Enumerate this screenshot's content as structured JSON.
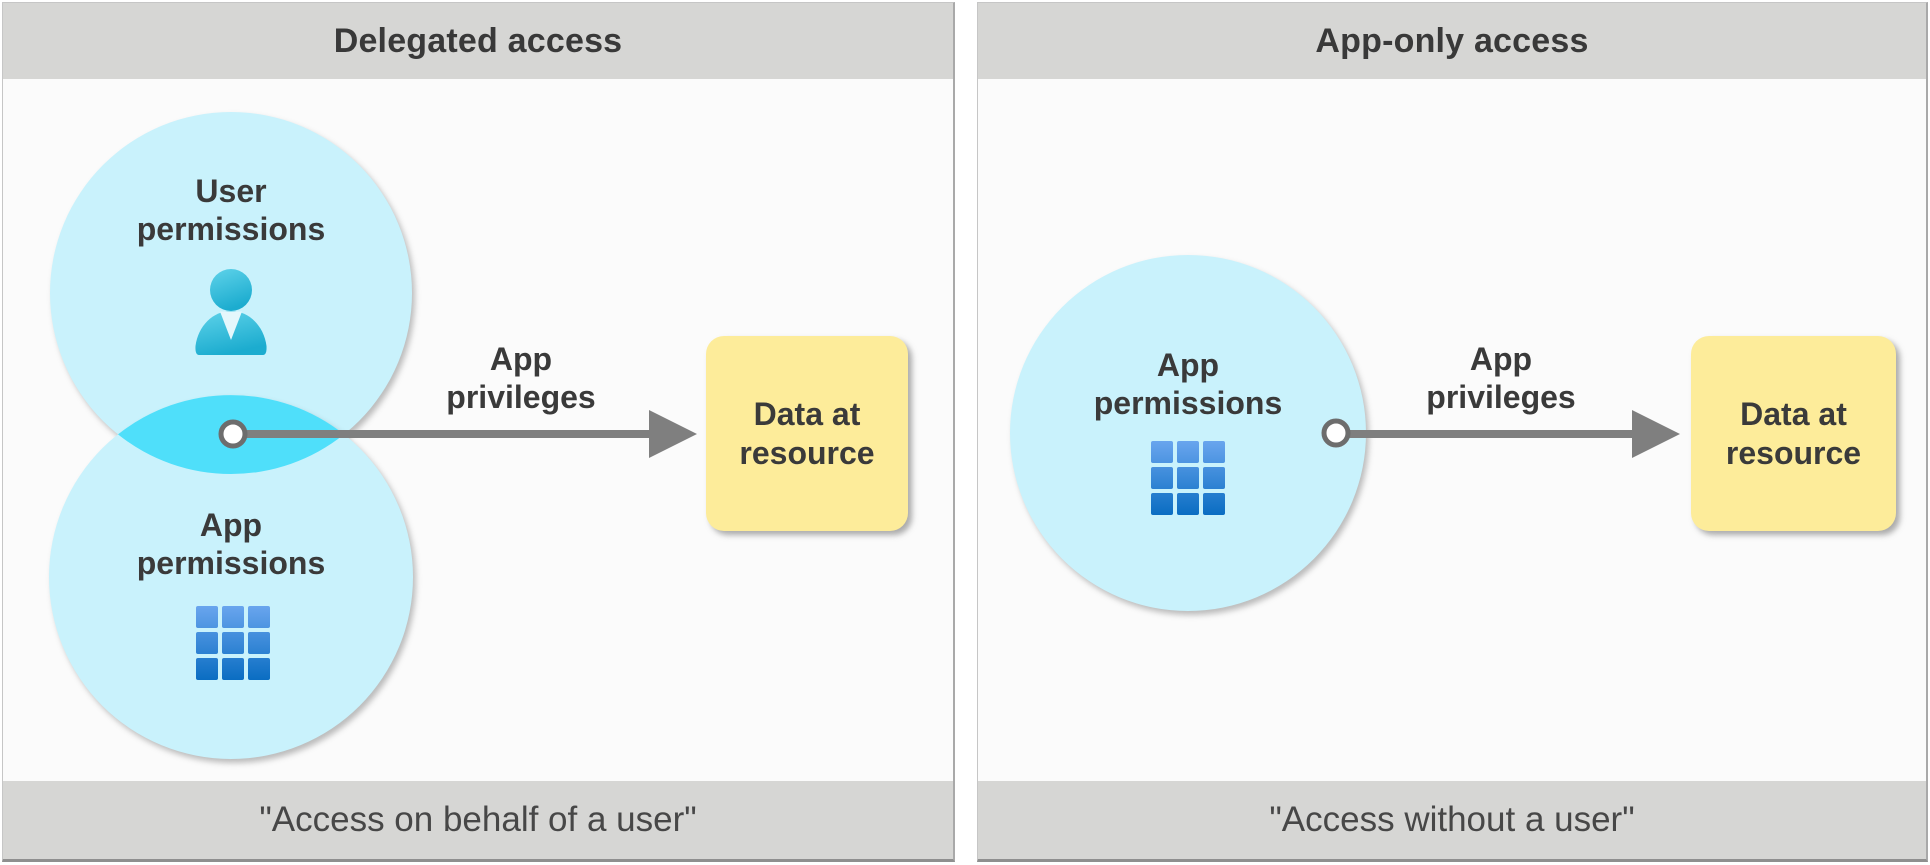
{
  "left_panel": {
    "title": "Delegated access",
    "caption": "\"Access on behalf of a user\"",
    "user_circle": {
      "line1": "User",
      "line2": "permissions"
    },
    "app_circle": {
      "line1": "App",
      "line2": "permissions"
    },
    "arrow_label": {
      "line1": "App",
      "line2": "privileges"
    },
    "resource_box": {
      "line1": "Data at",
      "line2": "resource"
    }
  },
  "right_panel": {
    "title": "App-only access",
    "caption": "\"Access without a user\"",
    "app_circle": {
      "line1": "App",
      "line2": "permissions"
    },
    "arrow_label": {
      "line1": "App",
      "line2": "privileges"
    },
    "resource_box": {
      "line1": "Data at",
      "line2": "resource"
    }
  },
  "icons": {
    "user_icon": "person silhouette",
    "app_icon": "3x3 grid of squares",
    "arrow_icon": "right arrow with connector dot"
  },
  "colors": {
    "header_bar": "#d6d6d4",
    "panel_body": "#fbfbfb",
    "circle_fill": "#c9f2fc",
    "overlap_lens": "#4fdffa",
    "resource_box_fill": "#fdec9a",
    "arrow_gray": "#7f7f7f",
    "text_dark": "#3a3a3a",
    "person_cyan": "#2cb9db",
    "grid_blue": "#1c7fd0"
  }
}
